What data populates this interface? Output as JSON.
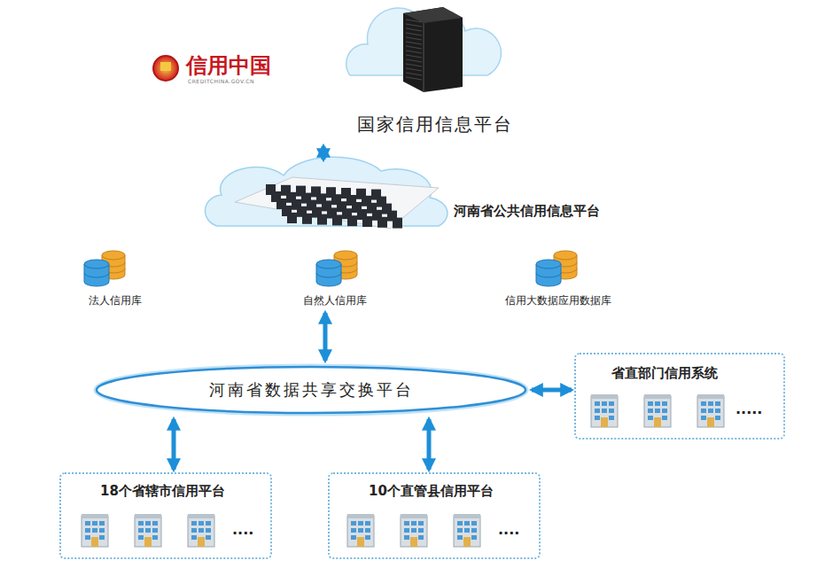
{
  "diagram": {
    "nodes": [
      {
        "text": [
          "国家信用信息平台"
        ]
      },
      {
        "text": [
          "河南省公共信用信息平台"
        ]
      },
      {
        "text": [
          "法人信用库"
        ]
      },
      {
        "text": [
          "自然人信用库"
        ]
      },
      {
        "text": [
          "信用大数据应用数据库"
        ]
      },
      {
        "text": [
          "河南省数据共享交换平台"
        ]
      },
      {
        "text": [
          "省直部门信用系统"
        ]
      },
      {
        "text": [
          "18个省辖市信用平台"
        ]
      },
      {
        "text": [
          "10个直管县信用平台"
        ]
      }
    ],
    "edges": [
      {
        "from": 0,
        "to": 1,
        "arrow": "both"
      },
      {
        "from": 3,
        "to": 5,
        "arrow": "both"
      },
      {
        "from": 5,
        "to": 6,
        "arrow": "both"
      },
      {
        "from": 5,
        "to": 7,
        "arrow": "both"
      },
      {
        "from": 5,
        "to": 8,
        "arrow": "both"
      }
    ],
    "labels": [
      "信用中国",
      "CREDITCHINA.GOV.CN",
      ".....",
      "....",
      "...."
    ]
  }
}
